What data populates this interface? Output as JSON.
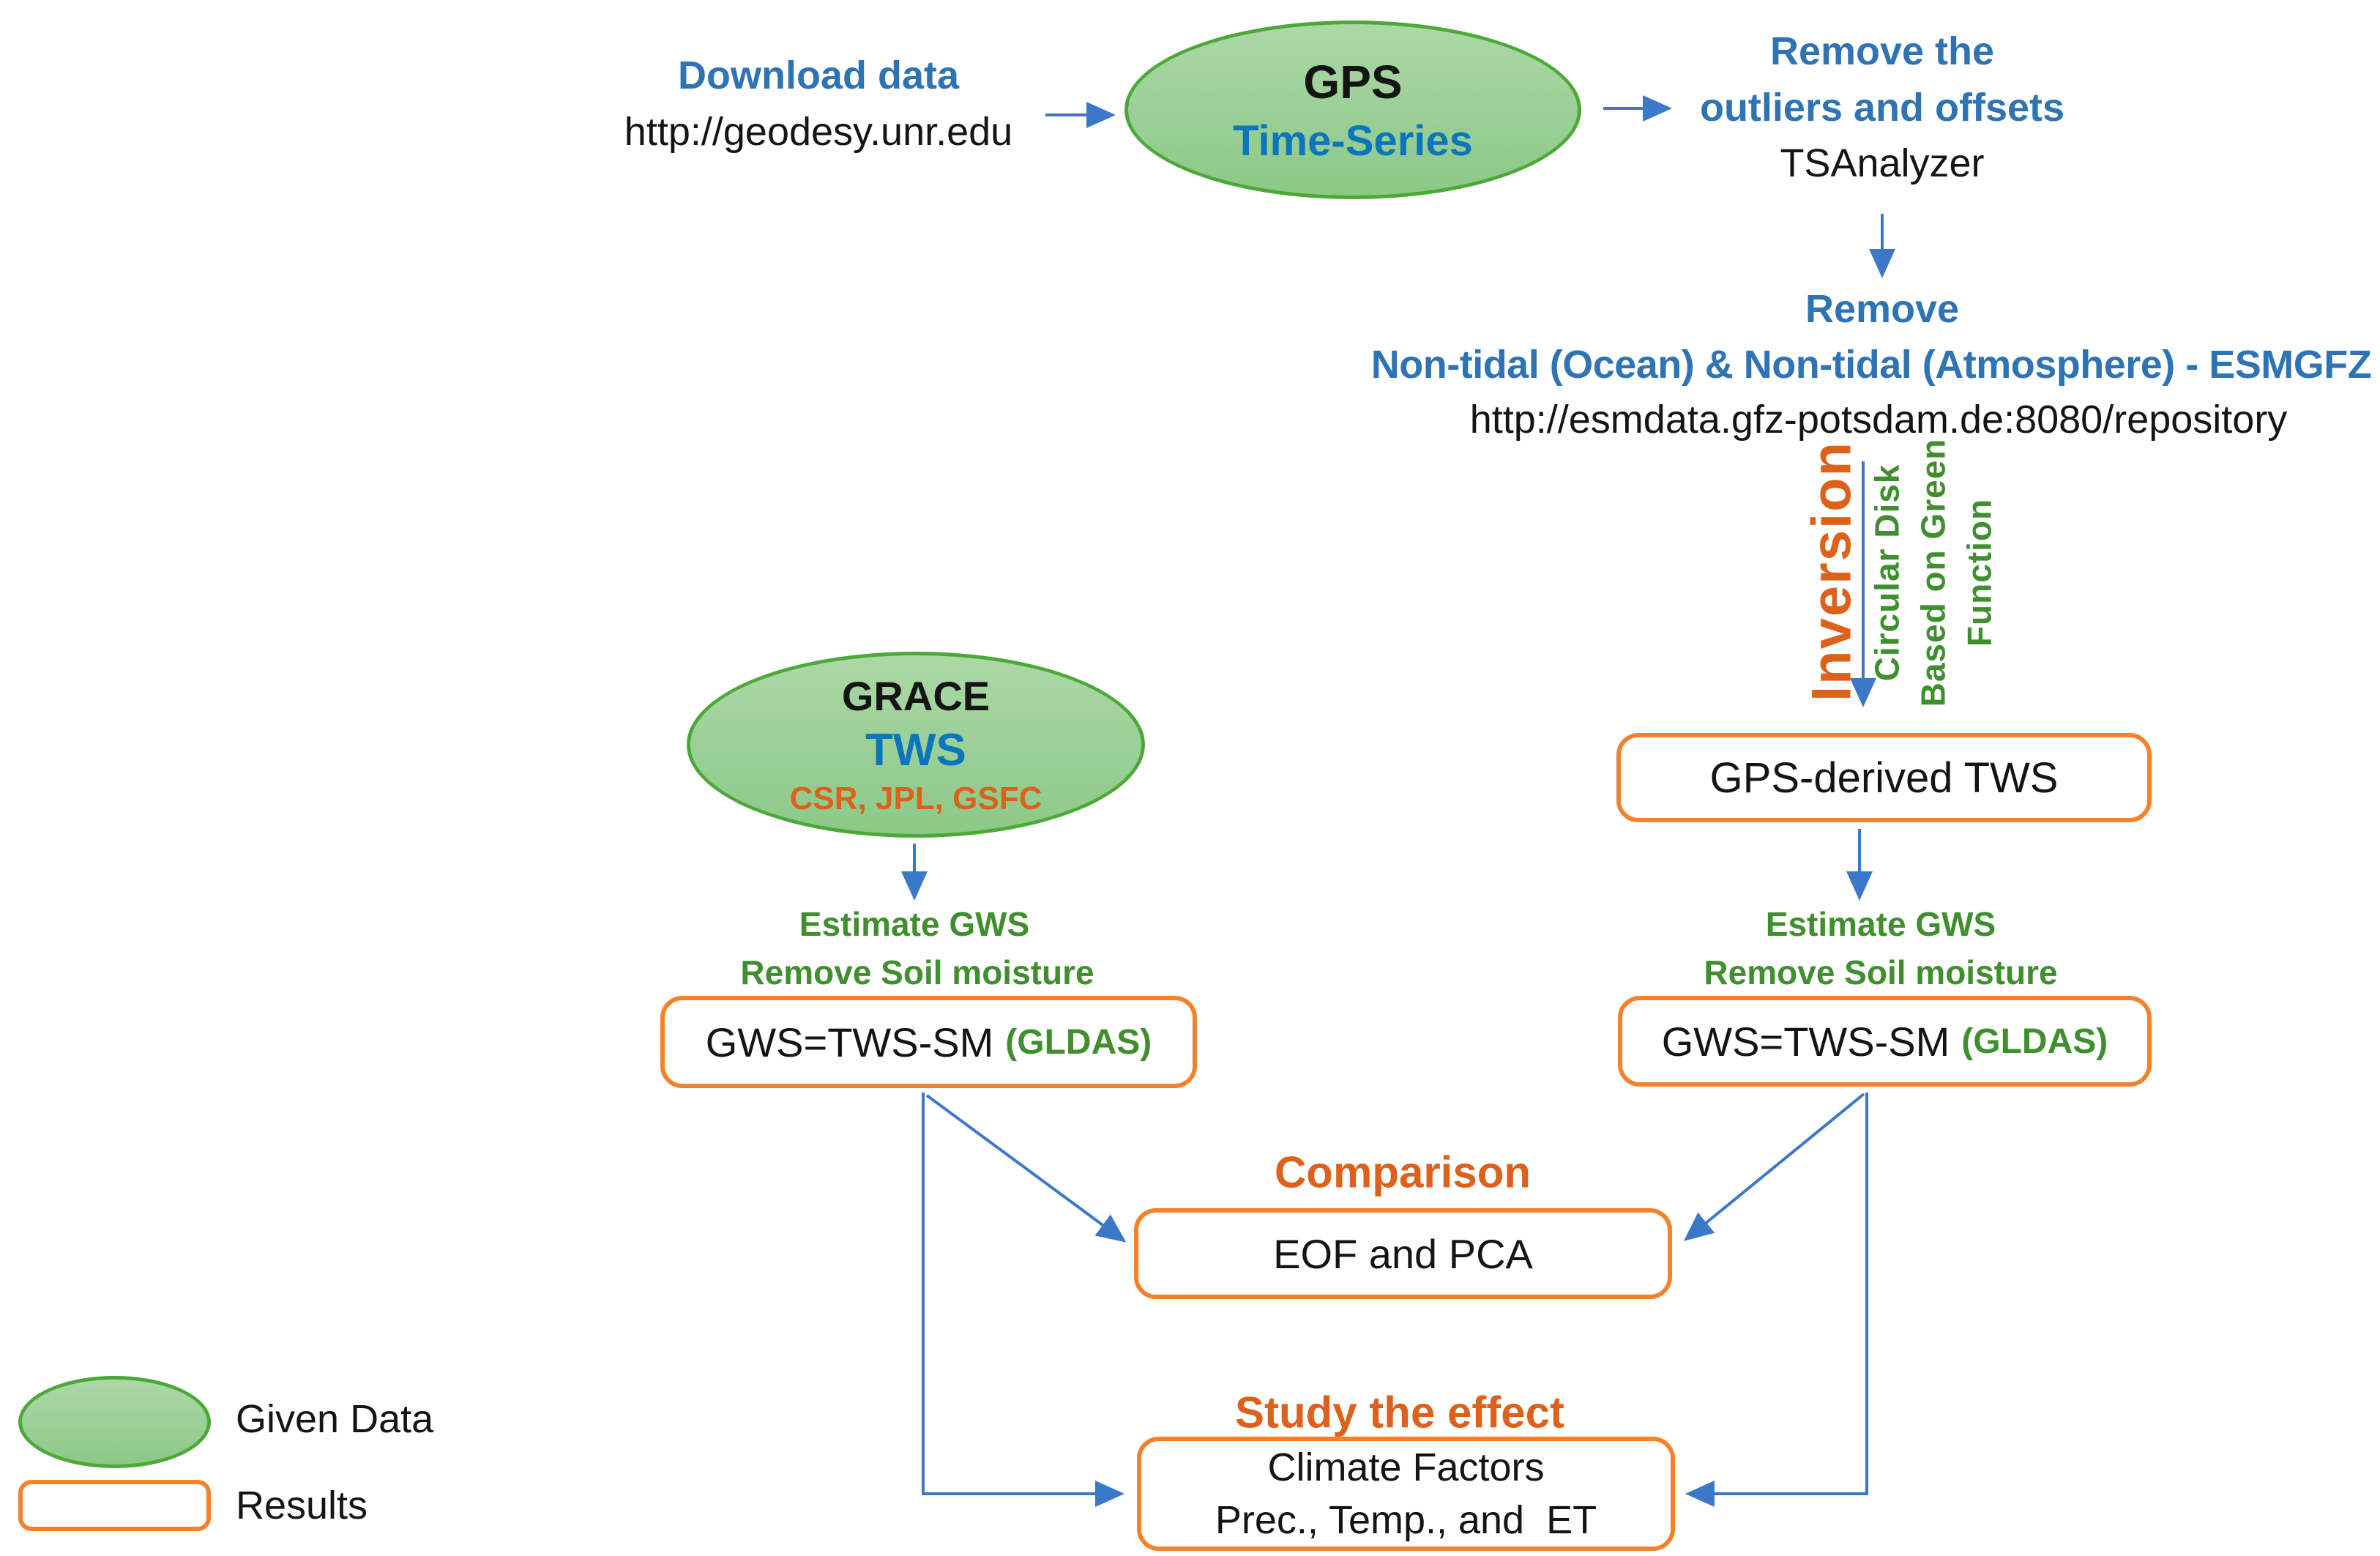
{
  "colors": {
    "heading_blue": "#2E74B5",
    "bright_blue": "#0C76BD",
    "arrow_blue": "#3B78C9",
    "accent_orange": "#DD611A",
    "box_border_orange": "#F5822A",
    "text_green": "#3F8F2F",
    "ellipse_border_green": "#4CA937",
    "ellipse_fill_green": "#9CCF96"
  },
  "top_flow": {
    "download_label": "Download data",
    "download_url": "http://geodesy.unr.edu",
    "gps_ellipse": {
      "title": "GPS",
      "subtitle": "Time-Series"
    },
    "remove_outliers_line1": "Remove the",
    "remove_outliers_line2": "outliers and offsets",
    "tool": "TSAnalyzer",
    "remove_heading": "Remove",
    "remove_detail": "Non-tidal (Ocean) & Non-tidal (Atmosphere) - ESMGFZ",
    "esm_url": "http://esmdata.gfz-potsdam.de:8080/repository"
  },
  "inversion": {
    "label": "Inversion",
    "method_line1": "Circular Disk",
    "method_line2": "Based on Green",
    "method_line3": "Function"
  },
  "gps_branch": {
    "tws_box": "GPS-derived TWS",
    "estimate_line1": "Estimate GWS",
    "estimate_line2": "Remove Soil moisture",
    "gws_formula": "GWS=TWS-SM",
    "gws_source": "(GLDAS)"
  },
  "grace_branch": {
    "ellipse": {
      "title": "GRACE",
      "subtitle": "TWS",
      "sources": "CSR, JPL, GSFC"
    },
    "estimate_line1": "Estimate GWS",
    "estimate_line2": "Remove Soil moisture",
    "gws_formula": "GWS=TWS-SM",
    "gws_source": "(GLDAS)"
  },
  "comparison": {
    "heading": "Comparison",
    "box": "EOF and PCA"
  },
  "study": {
    "heading": "Study the effect",
    "box_line1": "Climate Factors",
    "box_line2": "Prec., Temp., and  ET"
  },
  "legend": {
    "given_data": "Given Data",
    "results": "Results"
  }
}
